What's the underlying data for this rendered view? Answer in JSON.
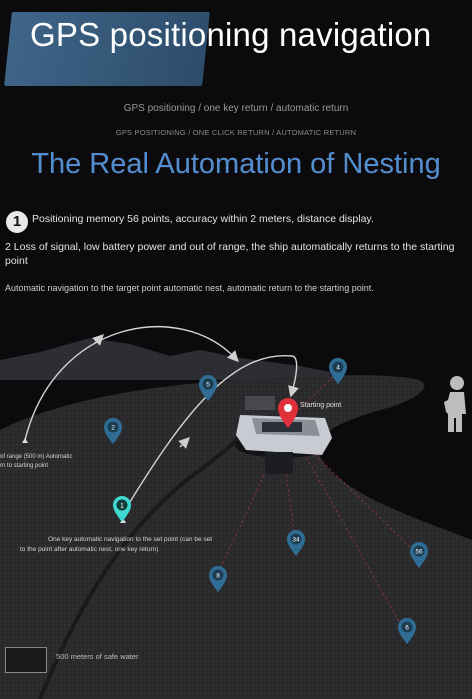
{
  "header": {
    "title": "GPS positioning navigation"
  },
  "subtitles": {
    "line1": "GPS positioning / one key return / automatic return",
    "line2": "GPS POSITIONING / ONE CLICK RETURN / AUTOMATIC RETURN"
  },
  "headline": "The Real Automation of Nesting",
  "features": {
    "item1_number": "1",
    "item1_text": "Positioning memory 56 points, accuracy within 2 meters, distance display.",
    "item2_text": "2 Loss of signal, low battery power and out of range, the ship automatically returns to the starting point",
    "item3_text": "Automatic navigation to the target point automatic nest, automatic return to the starting point."
  },
  "map": {
    "starting_point_label": "Starting point",
    "out_of_range_label_line1": "of range (500 m) Automatic",
    "out_of_range_label_line2": "rn to starting point",
    "one_key_label_line1": "One key automatic navigation to the set point (can be set",
    "one_key_label_line2": "to the point after automatic nest, one key return)",
    "markers": [
      "1",
      "2",
      "4",
      "5",
      "6",
      "8",
      "34",
      "56"
    ]
  },
  "legend": {
    "text": "500 meters of safe water"
  },
  "colors": {
    "title_banner": "#3f6588",
    "headline": "#4f8fd1",
    "marker_blue": "#2f6d95",
    "marker_cyan": "#3fd8d0",
    "start_pin": "#e0303a"
  }
}
